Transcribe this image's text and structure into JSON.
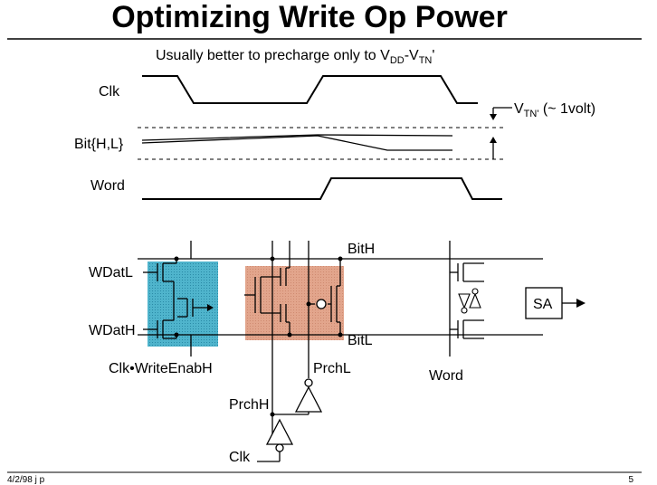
{
  "slide": {
    "title": "Optimizing Write Op Power",
    "subtitle": {
      "prefix": "Usually better to precharge only to V",
      "dd_sub": "DD",
      "mid": "-V",
      "tn_sub": "TN",
      "suffix": "'"
    }
  },
  "waveforms": {
    "clk_label": "Clk",
    "bit_label": "Bit{H,L}",
    "word_label": "Word",
    "vtn_annotation": {
      "v": "V",
      "sub": "TN'",
      "rest": " (~ 1volt)"
    }
  },
  "schematic": {
    "wdatl_label": "WDatL",
    "wdath_label": "WDatH",
    "clk_write_label": "Clk•WriteEnabH",
    "bith_label": "BitH",
    "bitl_label": "BitL",
    "prchl_label": "PrchL",
    "prchh_label": "PrchH",
    "clk_label": "Clk",
    "word_label": "Word",
    "sa_label": "SA",
    "colors": {
      "write_driver_fill": "#4fb4cc",
      "precharge_fill": "#e2a58c"
    }
  },
  "footer": {
    "date": "4/2/98 j p",
    "page": "5"
  }
}
